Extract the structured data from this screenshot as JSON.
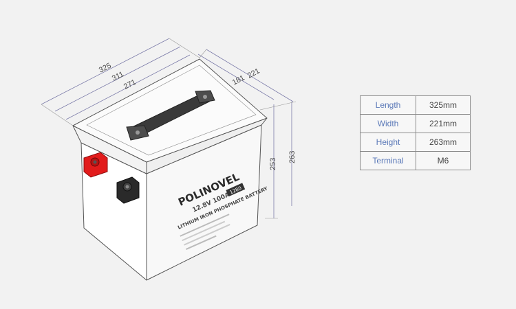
{
  "dimensions": {
    "d325": "325",
    "d311": "311",
    "d271": "271",
    "d181": "181",
    "d221": "221",
    "d253": "253",
    "d263": "263"
  },
  "battery_label": {
    "brand": "POLINOVEL",
    "model": "12.8V 100AH",
    "type": "LITHIUM IRON PHOSPHATE BATTERY",
    "badge": "1280"
  },
  "specs": [
    {
      "key": "Length",
      "value": "325mm"
    },
    {
      "key": "Width",
      "value": "221mm"
    },
    {
      "key": "Height",
      "value": "263mm"
    },
    {
      "key": "Terminal",
      "value": "M6"
    }
  ]
}
